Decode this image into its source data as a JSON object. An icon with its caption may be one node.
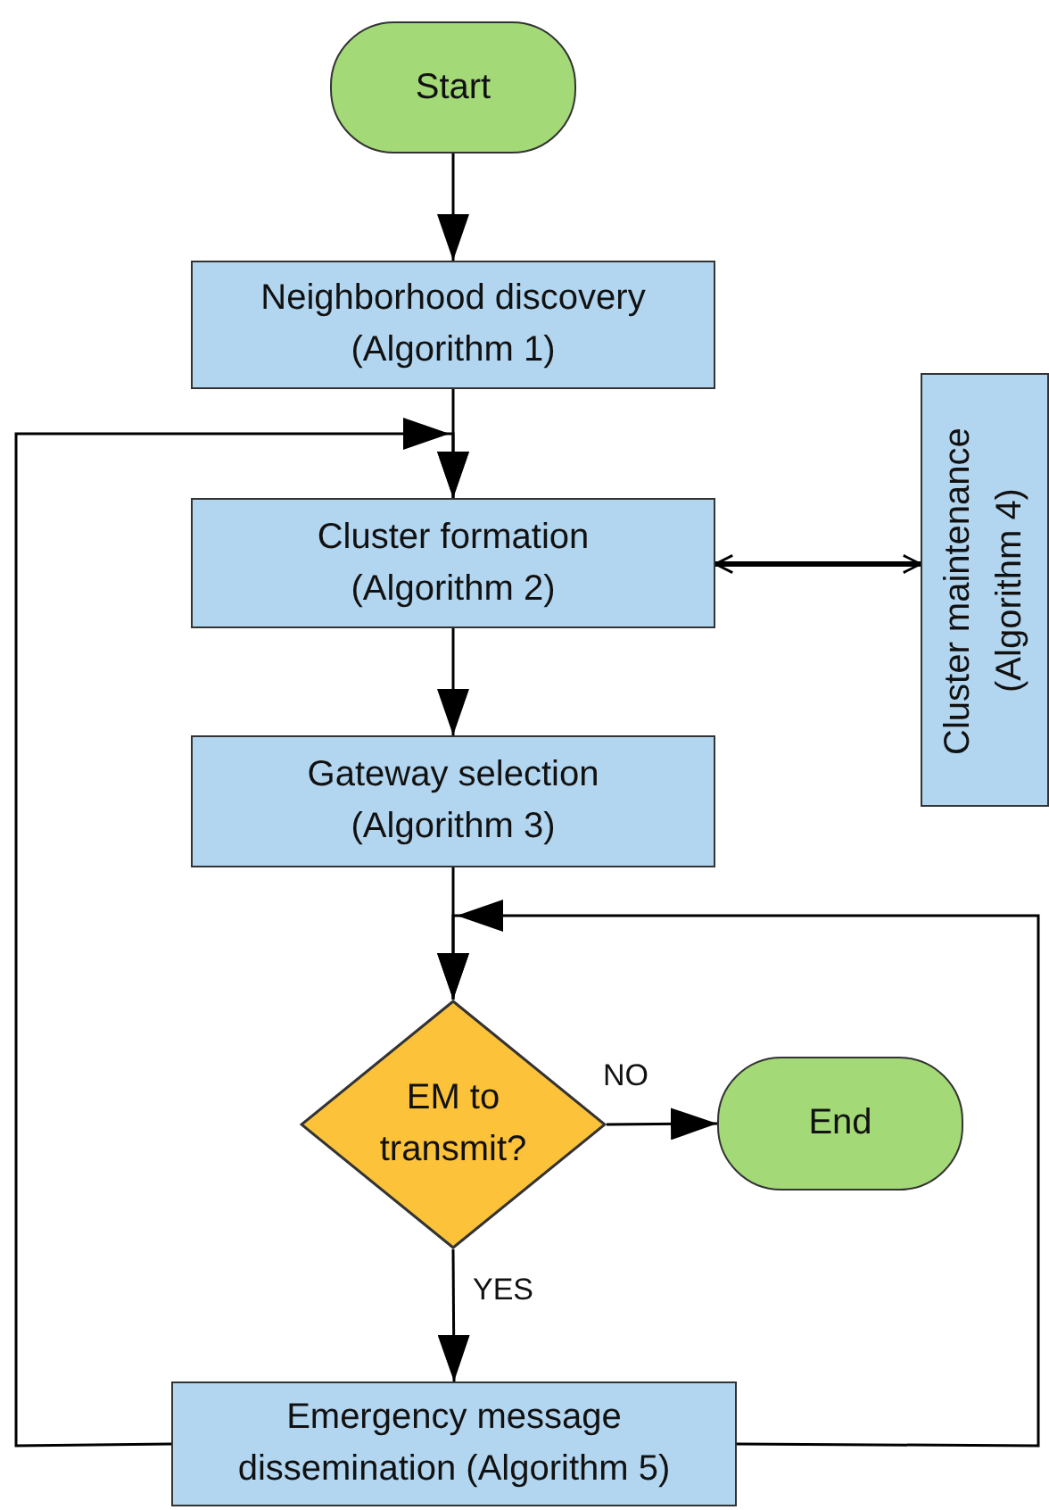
{
  "diagram": {
    "nodes": [
      {
        "text": [
          "Start"
        ]
      },
      {
        "text": [
          "Neighborhood discovery (Algorithm 1)"
        ]
      },
      {
        "text": [
          "Cluster formation (Algorithm 2)"
        ]
      },
      {
        "text": [
          "Gateway selection (Algorithm 3)"
        ]
      },
      {
        "text": [
          "Cluster maintenance (Algorithm 4)"
        ]
      },
      {
        "text": [
          "EM to transmit?"
        ]
      },
      {
        "text": [
          "End"
        ]
      },
      {
        "text": [
          "Emergency message dissemination (Algorithm 5)"
        ]
      }
    ],
    "edges": [
      {
        "from": 0,
        "to": 1,
        "arrow": "to"
      },
      {
        "from": 1,
        "to": 2,
        "arrow": "to"
      },
      {
        "from": 2,
        "to": 4,
        "arrow": "both",
        "style": "thick"
      },
      {
        "from": 2,
        "to": 3,
        "arrow": "to"
      },
      {
        "from": 3,
        "to": 5,
        "arrow": "to"
      },
      {
        "from": 5,
        "to": 6,
        "arrow": "to",
        "label": "NO"
      },
      {
        "from": 5,
        "to": 7,
        "arrow": "to",
        "label": "YES"
      },
      {
        "from": 7,
        "to": 2,
        "arrow": "to"
      },
      {
        "from": 7,
        "to": 5,
        "arrow": "to"
      }
    ]
  }
}
